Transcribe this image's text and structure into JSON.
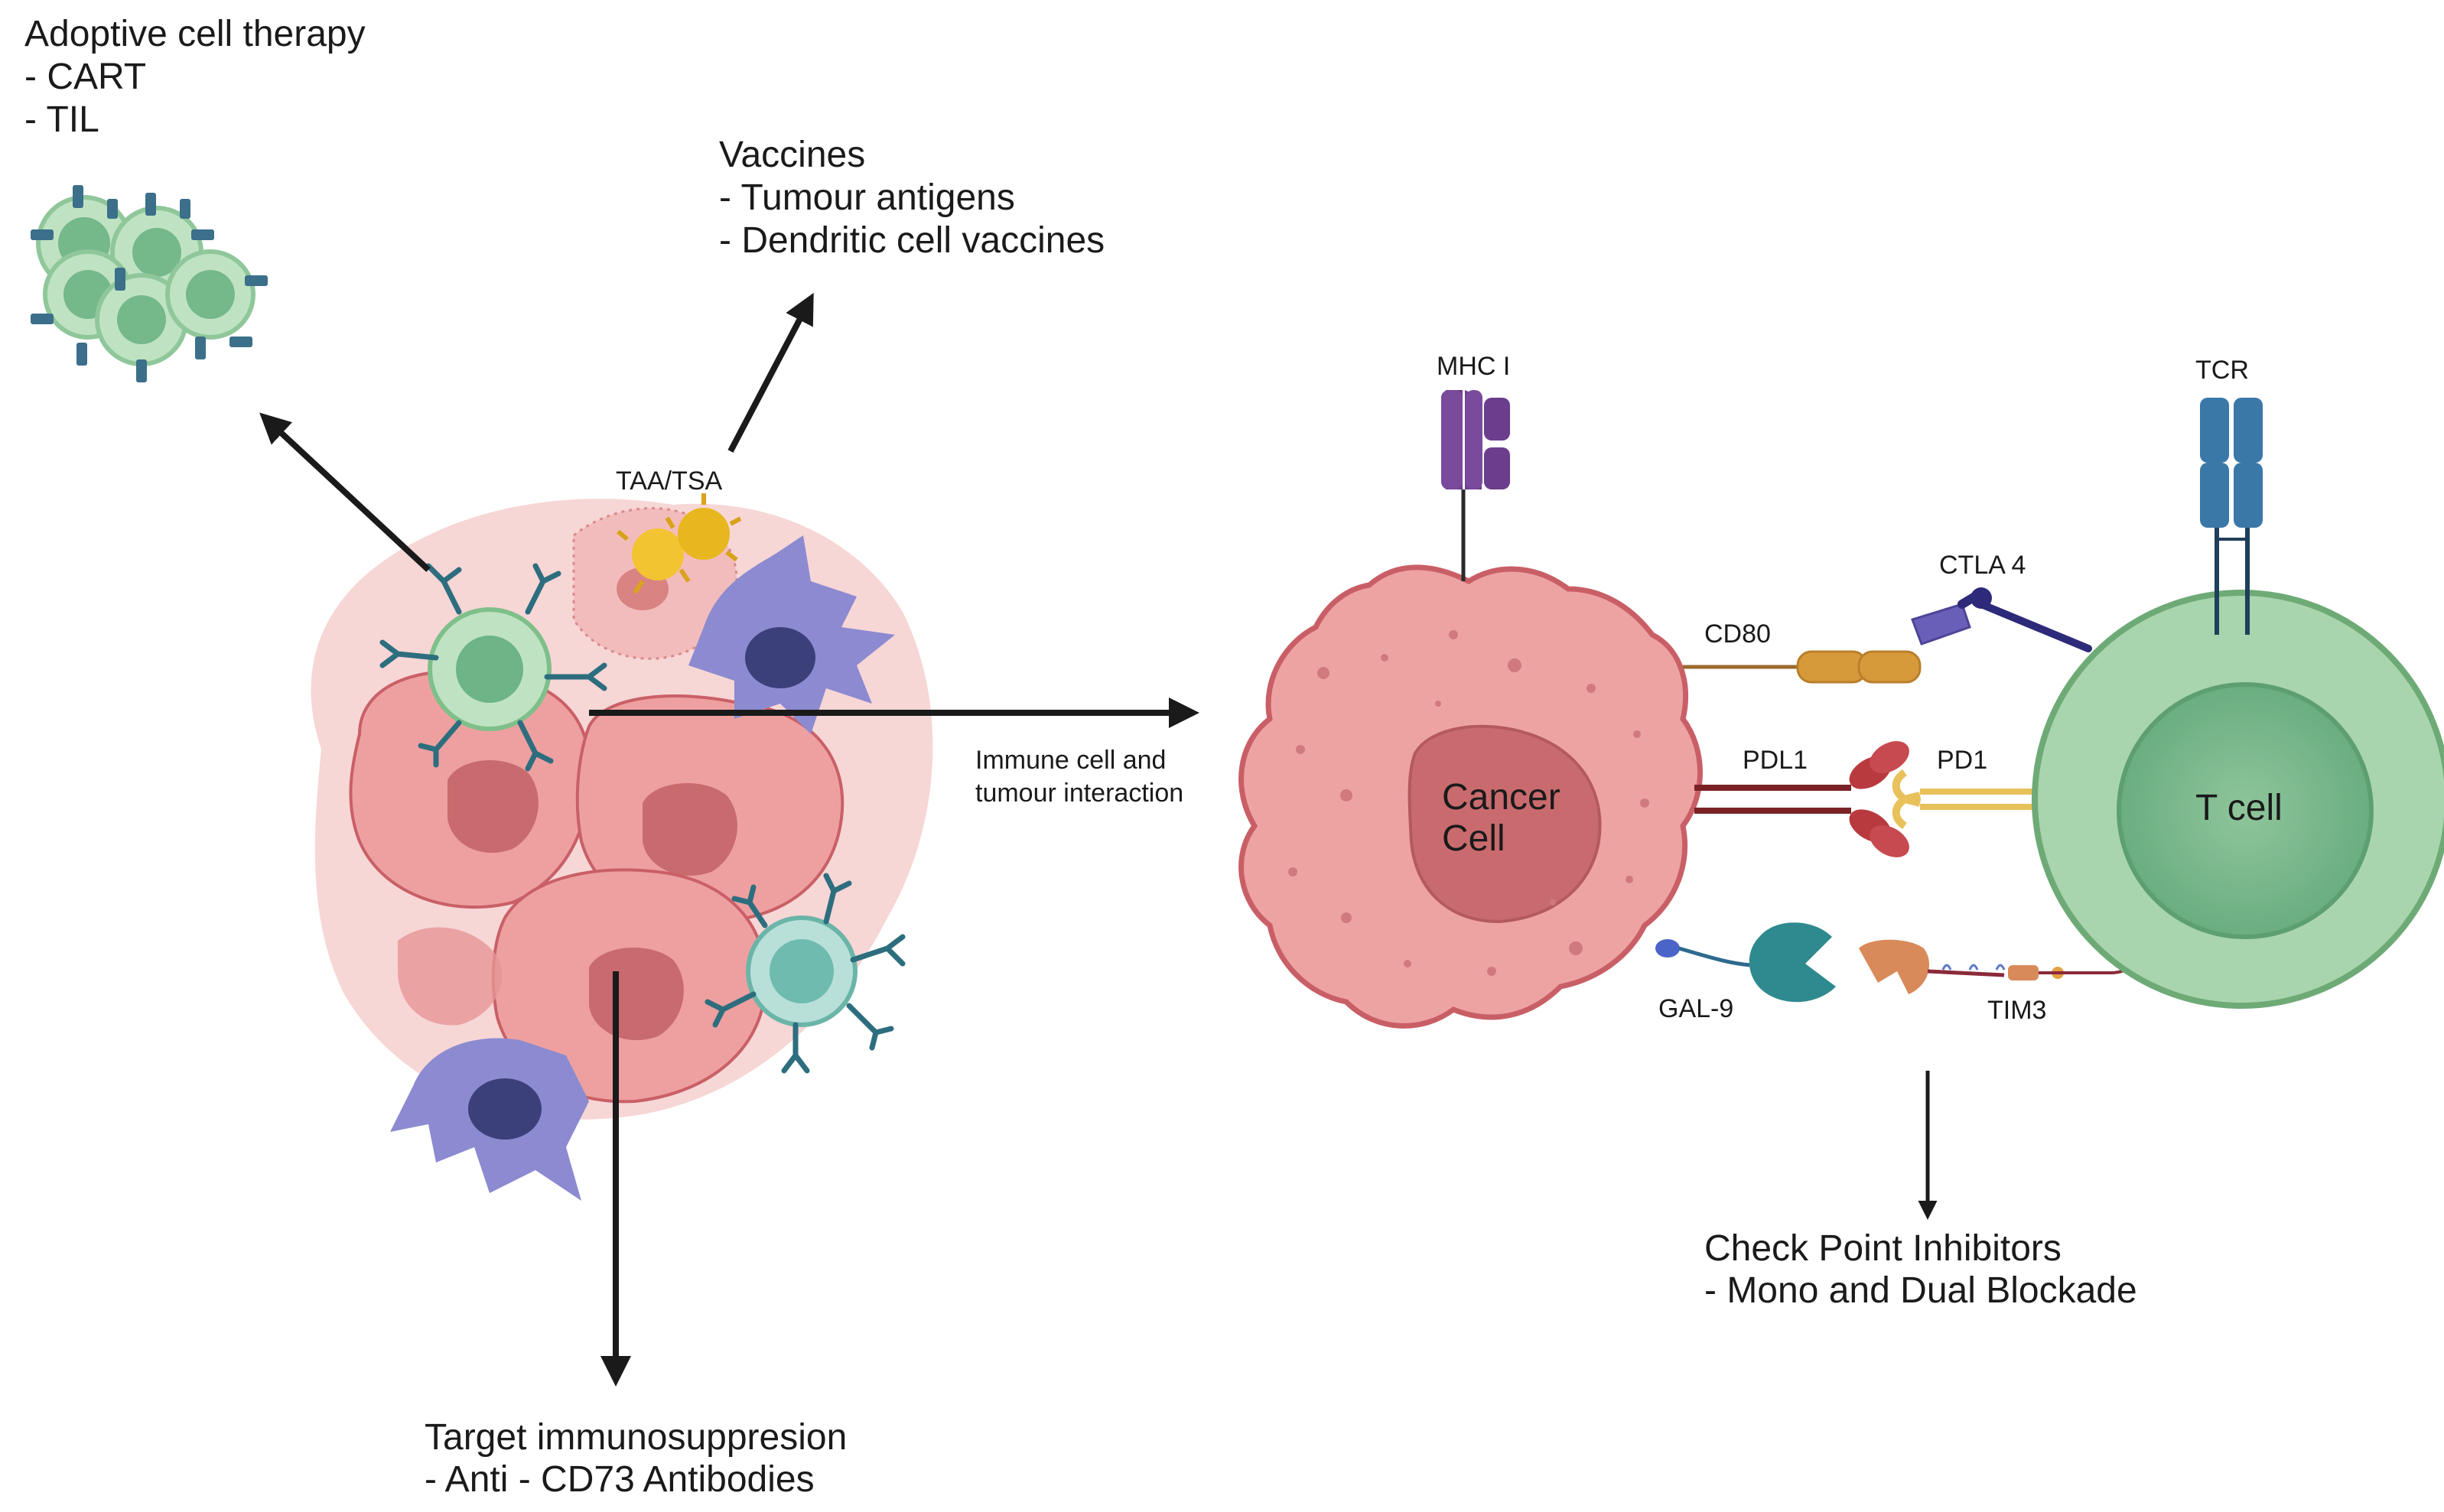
{
  "adoptive": {
    "title": "Adoptive cell therapy",
    "items": [
      "- CART",
      "- TIL"
    ]
  },
  "vaccines": {
    "title": "Vaccines",
    "items": [
      "- Tumour antigens",
      "- Dendritic cell vaccines"
    ]
  },
  "taa_label": "TAA/TSA",
  "interaction_label": [
    "Immune cell and",
    "tumour interaction"
  ],
  "target": {
    "title": "Target immunosuppresion",
    "items": [
      "- Anti - CD73 Antibodies"
    ]
  },
  "checkpoint": {
    "title": "Check Point Inhibitors",
    "items": [
      "- Mono and Dual Blockade"
    ]
  },
  "molecules": {
    "mhc": "MHC I",
    "tcr": "TCR",
    "ctla4": "CTLA 4",
    "cd80": "CD80",
    "pdl1": "PDL1",
    "pd1": "PD1",
    "gal9": "GAL-9",
    "tim3": "TIM3"
  },
  "cells": {
    "cancer": [
      "Cancer",
      "Cell"
    ],
    "tcell": "T cell"
  },
  "colors": {
    "cancer_fill": "#eea3a3",
    "cancer_edge": "#c95f66",
    "nucleus": "#c96b6e",
    "tcell_outer": "#a9d5ae",
    "tcell_inner": "#6db487",
    "dendritic": "#8c8ad0",
    "antibody": "#2d6e7e",
    "tcr_blue": "#3a78a8",
    "mhc_purple": "#6b3d8c",
    "cd80_orange": "#d79a3b",
    "pdl1_red": "#b83a3f",
    "pd1_yellow": "#e8c15a",
    "gal9_teal": "#2e8a8e",
    "tim3_orange": "#d98a5a",
    "ctla4_purple": "#6a5fb8"
  }
}
